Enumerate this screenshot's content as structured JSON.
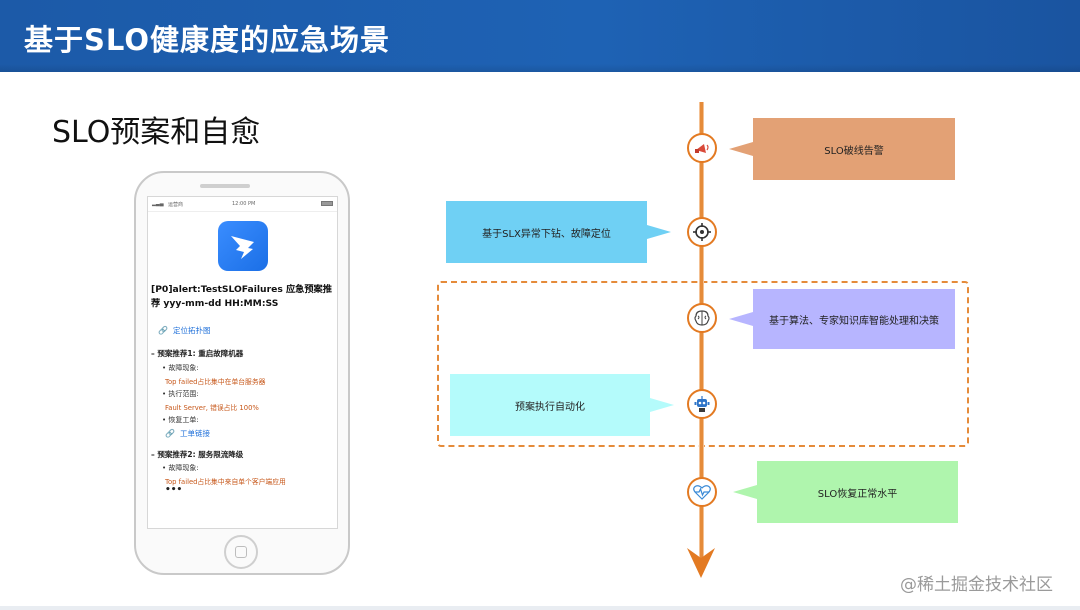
{
  "header": {
    "title": "基于SLO健康度的应急场景"
  },
  "subtitle": "SLO预案和自愈",
  "phone": {
    "status_time": "12:00 PM",
    "carrier": "运营商",
    "message_title": "[P0]alert:TestSLOFailures 应急预案推荐 yyy-mm-dd HH:MM:SS",
    "topology_link": "定位拓扑图",
    "plan1": {
      "title": "– 预案推荐1: 重启故障机器",
      "items": [
        {
          "label": "• 故障现象:",
          "detail": "Top failed占比集中在单台服务器"
        },
        {
          "label": "• 执行范围:",
          "detail": "Fault Server, 错误占比 100%"
        },
        {
          "label": "• 恢复工单:",
          "link": "工单链接"
        }
      ]
    },
    "plan2": {
      "title": "– 预案推荐2: 服务限流降级",
      "items": [
        {
          "label": "• 故障现象:",
          "detail": "Top failed占比集中来自单个客户端应用"
        }
      ]
    },
    "ellipsis": "•••"
  },
  "timeline": {
    "steps": [
      {
        "label": "SLO破线告警",
        "icon": "alarm-bell-icon",
        "side": "right",
        "color": "#e3a175"
      },
      {
        "label": "基于SLX异常下钻、故障定位",
        "icon": "crosshair-target-icon",
        "side": "left",
        "color": "#6fd0f4"
      },
      {
        "label": "基于算法、专家知识库智能处理和决策",
        "icon": "brain-icon",
        "side": "right",
        "color": "#b7b5ff"
      },
      {
        "label": "预案执行自动化",
        "icon": "robot-icon",
        "side": "left",
        "color": "#b4fbfb"
      },
      {
        "label": "SLO恢复正常水平",
        "icon": "heart-pulse-icon",
        "side": "right",
        "color": "#aff5ad"
      }
    ]
  },
  "watermark": "@稀土掘金技术社区"
}
